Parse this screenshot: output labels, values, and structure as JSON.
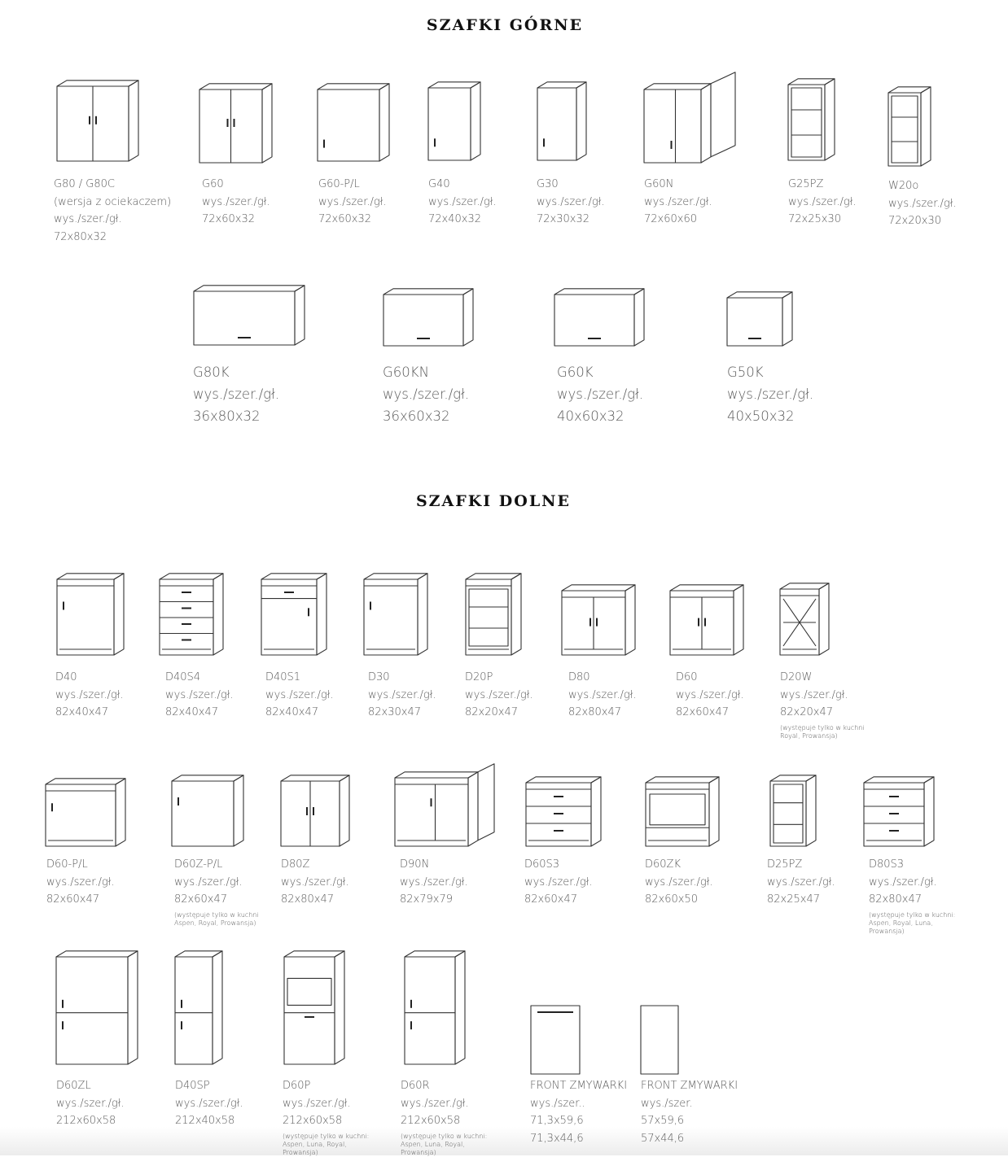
{
  "titles": {
    "upper": "SZAFKI GÓRNE",
    "lower": "SZAFKI DOLNE"
  },
  "upper_row1": [
    {
      "lines": [
        "G80 / G80C",
        "(wersja z ociekaczem)",
        "wys./szer./gł.",
        "72x80x32"
      ],
      "icon": "cabinet-upper-2-doors"
    },
    {
      "lines": [
        "G60",
        "wys./szer./gł.",
        "72x60x32"
      ],
      "icon": "cabinet-upper-2-doors"
    },
    {
      "lines": [
        "G60-P/L",
        "wys./szer./gł.",
        "72x60x32"
      ],
      "icon": "cabinet-upper-1-door"
    },
    {
      "lines": [
        "G40",
        "wys./szer./gł.",
        "72x40x32"
      ],
      "icon": "cabinet-upper-1-door"
    },
    {
      "lines": [
        "G30",
        "wys./szer./gł.",
        "72x30x32"
      ],
      "icon": "cabinet-upper-1-door"
    },
    {
      "lines": [
        "G60N",
        "wys./szer./gł.",
        "72x60x60"
      ],
      "icon": "cabinet-upper-corner"
    },
    {
      "lines": [
        "G25PZ",
        "wys./szer./gł.",
        "72x25x30"
      ],
      "icon": "cabinet-open-corner"
    },
    {
      "lines": [
        "W20o",
        "wys./szer./gł.",
        "72x20x30"
      ],
      "icon": "cabinet-open-shelves"
    }
  ],
  "upper_row2": [
    {
      "lines": [
        "G80K",
        "wys./szer./gł.",
        "36x80x32"
      ],
      "icon": "cabinet-flap"
    },
    {
      "lines": [
        "G60KN",
        "wys./szer./gł.",
        "36x60x32"
      ],
      "icon": "cabinet-flap"
    },
    {
      "lines": [
        "G60K",
        "wys./szer./gł.",
        "40x60x32"
      ],
      "icon": "cabinet-flap"
    },
    {
      "lines": [
        "G50K",
        "wys./szer./gł.",
        "40x50x32"
      ],
      "icon": "cabinet-flap"
    }
  ],
  "lower_row1": [
    {
      "lines": [
        "D40",
        "wys./szer./gł.",
        "82x40x47"
      ],
      "icon": "cabinet-base-1-door"
    },
    {
      "lines": [
        "D40S4",
        "wys./szer./gł.",
        "82x40x47"
      ],
      "icon": "cabinet-base-4-drawers"
    },
    {
      "lines": [
        "D40S1",
        "wys./szer./gł.",
        "82x40x47"
      ],
      "icon": "cabinet-base-drawer-door"
    },
    {
      "lines": [
        "D30",
        "wys./szer./gł.",
        "82x30x47"
      ],
      "icon": "cabinet-base-1-door"
    },
    {
      "lines": [
        "D20P",
        "wys./szer./gł.",
        "82x20x47"
      ],
      "icon": "cabinet-base-open"
    },
    {
      "lines": [
        "D80",
        "wys./szer./gł.",
        "82x80x47"
      ],
      "icon": "cabinet-base-2-doors"
    },
    {
      "lines": [
        "D60",
        "wys./szer./gł.",
        "82x60x47"
      ],
      "icon": "cabinet-base-2-doors"
    },
    {
      "lines": [
        "D20W",
        "wys./szer./gł.",
        "82x20x47"
      ],
      "note": "(występuje tylko w kuchni Royal, Prowansja)",
      "icon": "cabinet-wine-rack"
    }
  ],
  "lower_row2": [
    {
      "lines": [
        "D60-P/L",
        "wys./szer./gł.",
        "82x60x47"
      ],
      "icon": "cabinet-base-1-door"
    },
    {
      "lines": [
        "D60Z-P/L",
        "wys./szer./gł.",
        "82x60x47"
      ],
      "note": "(występuje tylko w kuchni Aspen, Royal, Prowansja)",
      "icon": "cabinet-sink-1-door"
    },
    {
      "lines": [
        "D80Z",
        "wys./szer./gł.",
        "82x80x47"
      ],
      "icon": "cabinet-sink-2-doors"
    },
    {
      "lines": [
        "D90N",
        "wys./szer./gł.",
        "82x79x79"
      ],
      "icon": "cabinet-base-corner"
    },
    {
      "lines": [
        "D60S3",
        "wys./szer./gł.",
        "82x60x47"
      ],
      "icon": "cabinet-base-3-drawers"
    },
    {
      "lines": [
        "D60ZK",
        "wys./szer./gł.",
        "82x60x50"
      ],
      "icon": "cabinet-oven"
    },
    {
      "lines": [
        "D25PZ",
        "wys./szer./gł.",
        "82x25x47"
      ],
      "icon": "cabinet-open-corner"
    },
    {
      "lines": [
        "D80S3",
        "wys./szer./gł.",
        "82x80x47"
      ],
      "note": "(występuje tylko w kuchni: Aspen, Royal, Luna, Prowansja)",
      "icon": "cabinet-base-3-drawers"
    }
  ],
  "lower_row3": [
    {
      "lines": [
        "D60ZL",
        "wys./szer./gł.",
        "212x60x58"
      ],
      "icon": "cabinet-tall-2-doors"
    },
    {
      "lines": [
        "D40SP",
        "wys./szer./gł.",
        "212x40x58"
      ],
      "icon": "cabinet-tall-2-doors"
    },
    {
      "lines": [
        "D60P",
        "wys./szer./gł.",
        "212x60x58"
      ],
      "note": "(występuje tylko w kuchni: Aspen, Luna, Royal, Prowansja)",
      "icon": "cabinet-tall-oven"
    },
    {
      "lines": [
        "D60R",
        "wys./szer./gł.",
        "212x60x58"
      ],
      "note": "(występuje tylko w kuchni: Aspen, Luna, Royal, Prowansja)",
      "icon": "cabinet-tall-2-doors"
    },
    {
      "lines": [
        "FRONT ZMYWARKI",
        "wys./szer..",
        "71,3x59,6",
        "71,3x44,6"
      ],
      "icon": "dishwasher-front-handle"
    },
    {
      "lines": [
        "FRONT ZMYWARKI",
        "wys./szer.",
        "57x59,6",
        "57x44,6"
      ],
      "icon": "dishwasher-front"
    }
  ]
}
